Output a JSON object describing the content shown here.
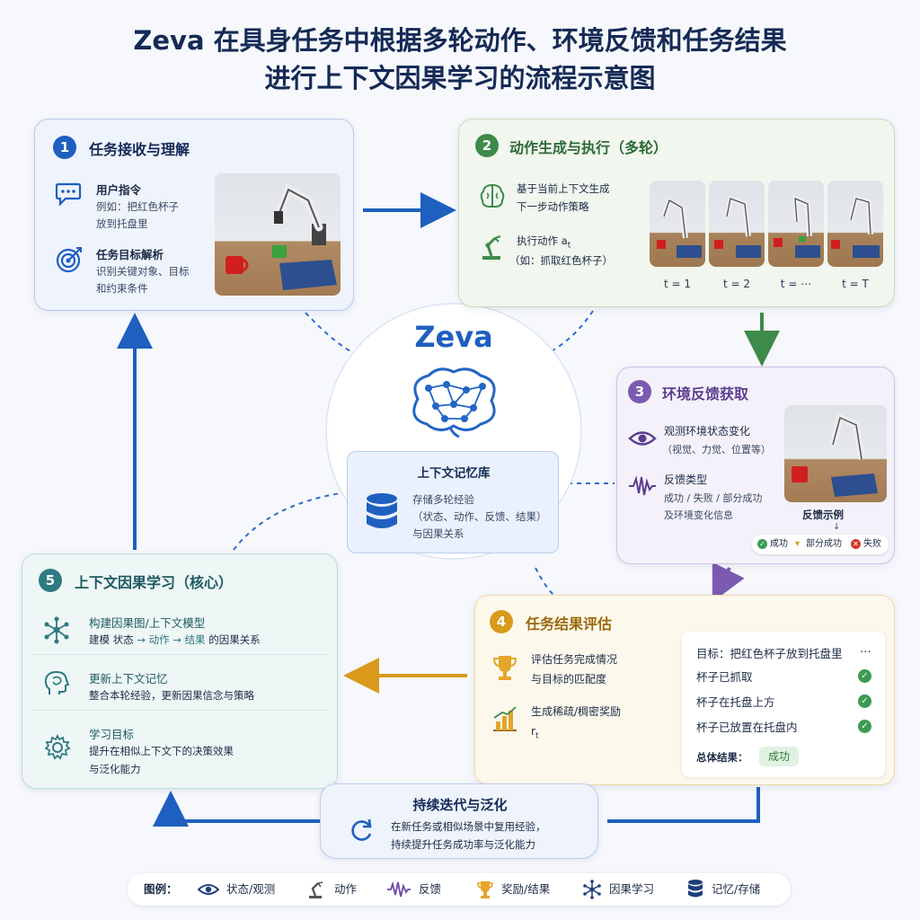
{
  "title": {
    "line1": "Zeva 在具身任务中根据多轮动作、环境反馈和任务结果",
    "line2": "进行上下文因果学习的流程示意图"
  },
  "step1": {
    "num": "1",
    "title": "任务接收与理解",
    "item1_title": "用户指令",
    "item1_sub1": "例如：把红色杯子",
    "item1_sub2": "放到托盘里",
    "item2_title": "任务目标解析",
    "item2_sub1": "识别关键对象、目标",
    "item2_sub2": "和约束条件"
  },
  "step2": {
    "num": "2",
    "title": "动作生成与执行（多轮）",
    "item1_sub1": "基于当前上下文生成",
    "item1_sub2": "下一步动作策略",
    "item2_title": "执行动作 a",
    "item2_title_sub": "t",
    "item2_sub": "（如：抓取红色杯子）",
    "timesteps": [
      "t = 1",
      "t = 2",
      "t = ⋯",
      "t = T"
    ]
  },
  "step3": {
    "num": "3",
    "title": "环境反馈获取",
    "item1_title": "观测环境状态变化",
    "item1_sub": "（视觉、力觉、位置等）",
    "item2_title": "反馈类型",
    "item2_sub1": "成功 / 失败 / 部分成功",
    "item2_sub2": "及环境变化信息",
    "example_label": "反馈示例",
    "badge_success": "成功",
    "badge_partial": "部分成功",
    "badge_fail": "失败"
  },
  "step4": {
    "num": "4",
    "title": "任务结果评估",
    "item1_sub1": "评估任务完成情况",
    "item1_sub2": "与目标的匹配度",
    "item2_sub1": "生成稀疏/稠密奖励",
    "item2_sub2": "r",
    "item2_sub2_sub": "t",
    "goal": "目标：把红色杯子放到托盘里",
    "goal_more": "⋯",
    "checks": [
      "杯子已抓取",
      "杯子在托盘上方",
      "杯子已放置在托盘内"
    ],
    "overall_label": "总体结果：",
    "overall_value": "成功"
  },
  "step5": {
    "num": "5",
    "title": "上下文因果学习（核心）",
    "item1_title": "构建因果图/上下文模型",
    "item1_sub_pre": "建模 状态",
    "item1_sub_arrow1": "→",
    "item1_sub_mid": "动作",
    "item1_sub_arrow2": "→",
    "item1_sub_res": "结果",
    "item1_sub_post": "的因果关系",
    "item2_title": "更新上下文记忆",
    "item2_sub": "整合本轮经验，更新因果信念与策略",
    "item3_title": "学习目标",
    "item3_sub1": "提升在相似上下文下的决策效果",
    "item3_sub2": "与泛化能力"
  },
  "center": {
    "name": "Zeva",
    "memory_title": "上下文记忆库",
    "memory_sub1": "存储多轮经验",
    "memory_sub2": "（状态、动作、反馈、结果）",
    "memory_sub3": "与因果关系"
  },
  "continue": {
    "title": "持续迭代与泛化",
    "sub1": "在新任务或相似场景中复用经验，",
    "sub2": "持续提升任务成功率与泛化能力"
  },
  "legend": {
    "label": "图例：",
    "items": [
      "状态/观测",
      "动作",
      "反馈",
      "奖励/结果",
      "因果学习",
      "记忆/存储"
    ]
  },
  "colors": {
    "blue": "#1f5fbf",
    "green": "#3d8a4a",
    "purple": "#7b5bb0",
    "orange": "#d99a1c",
    "teal": "#2f8a8f",
    "navy": "#152a55"
  }
}
